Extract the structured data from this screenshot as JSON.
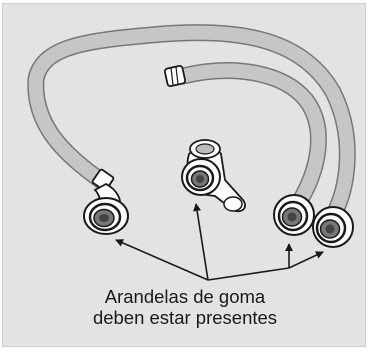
{
  "caption": {
    "line1": "Arandelas de goma",
    "line2": "deben estar presentes"
  },
  "colors": {
    "background": "#e3e3e3",
    "hose_fill": "#c6c6c6",
    "outline": "#1a1a1a",
    "fitting_fill": "#ffffff"
  },
  "icons": [
    "inlet-hose",
    "y-connector",
    "rubber-washer",
    "pointer-arrow"
  ]
}
